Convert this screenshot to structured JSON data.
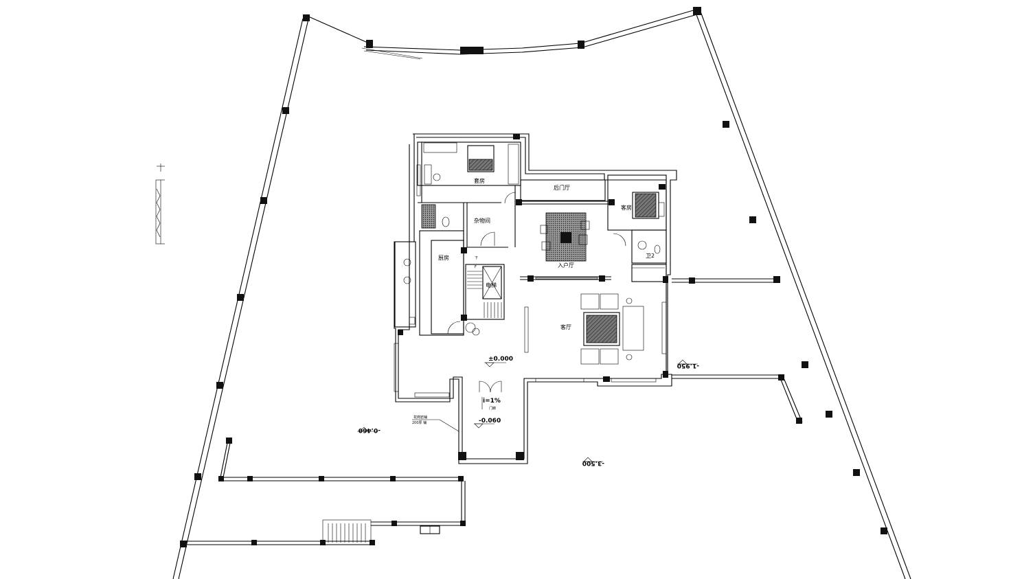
{
  "rooms": {
    "suite": "套房",
    "back_hall": "后门厅",
    "guest_room": "客房",
    "storage": "杂物间",
    "kitchen": "厨房",
    "entry_hall": "入户厅",
    "elevator": "电梯",
    "living_room": "客厅",
    "bath2": "卫2"
  },
  "stair_marks": {
    "down": "下",
    "up": "F"
  },
  "elevations": {
    "main_floor": "±0.000",
    "porch": "-0.060",
    "slope": "i=1%",
    "slope_note": "门廊",
    "garden_west": "-0.460",
    "garden_south": "-3.500",
    "garden_east": "-1.950"
  },
  "notes": {
    "line1": "花岗岩铺",
    "line2": "200厚 铺"
  },
  "colors": {
    "line": "#000000",
    "background": "#ffffff"
  }
}
